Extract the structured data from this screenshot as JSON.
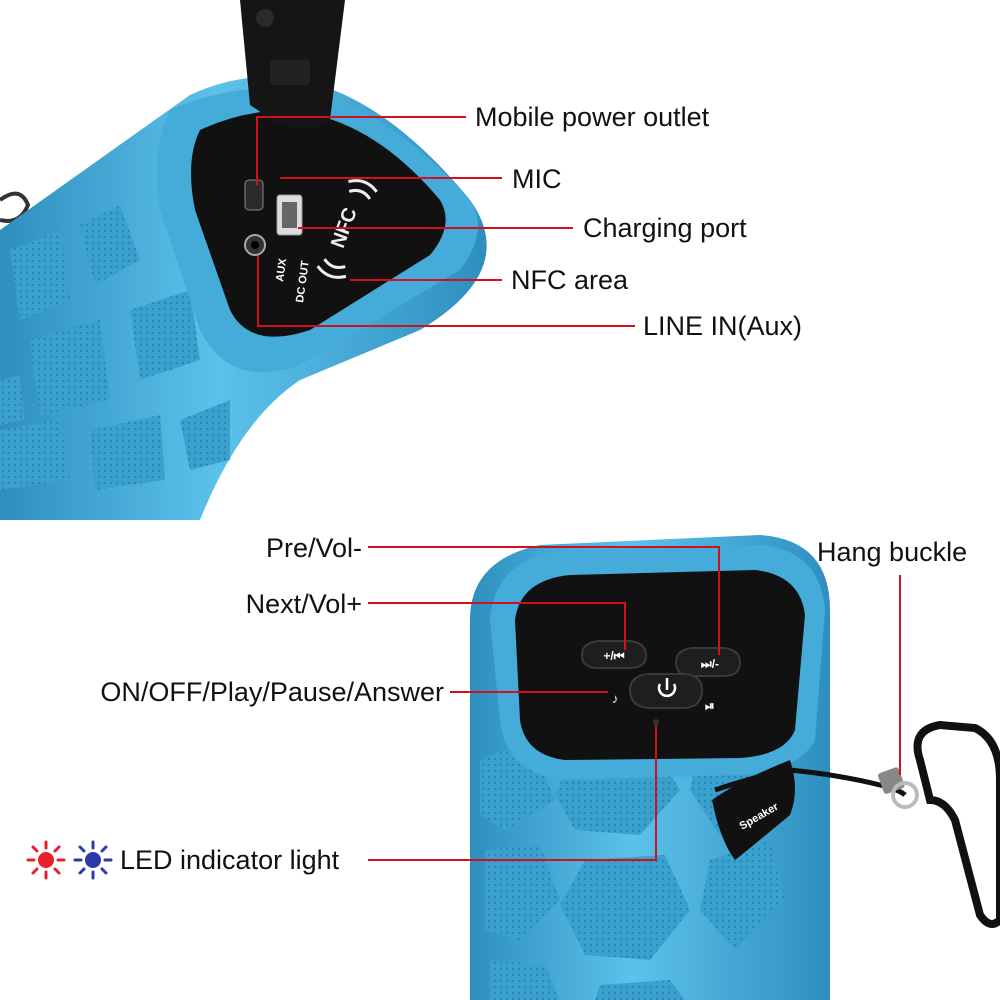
{
  "colors": {
    "speaker_body": "#4bb3de",
    "speaker_shadow": "#2e8fbf",
    "grille": "#3aa1cf",
    "panel": "#111111",
    "callout_line": "#d0101c",
    "led_red": "#e8202a",
    "led_blue": "#2b3aa8"
  },
  "callouts_top": {
    "mobile_power_outlet": "Mobile power outlet",
    "mic": "MIC",
    "charging_port": "Charging port",
    "nfc_area": "NFC area",
    "line_in": "LINE IN(Aux)"
  },
  "callouts_bottom": {
    "pre_vol": "Pre/Vol-",
    "next_vol": "Next/Vol+",
    "on_off": "ON/OFF/Play/Pause/Answer",
    "hang_buckle": "Hang buckle",
    "led_indicator": "LED indicator light"
  },
  "device_print": {
    "aux": "AUX",
    "dc_out": "DC OUT",
    "nfc": "NFC",
    "plus_button": "+/⏮",
    "next_button": "⏭/-",
    "strap_label": "Speaker"
  },
  "led_icons": [
    "red-sun-icon",
    "blue-sun-icon"
  ]
}
